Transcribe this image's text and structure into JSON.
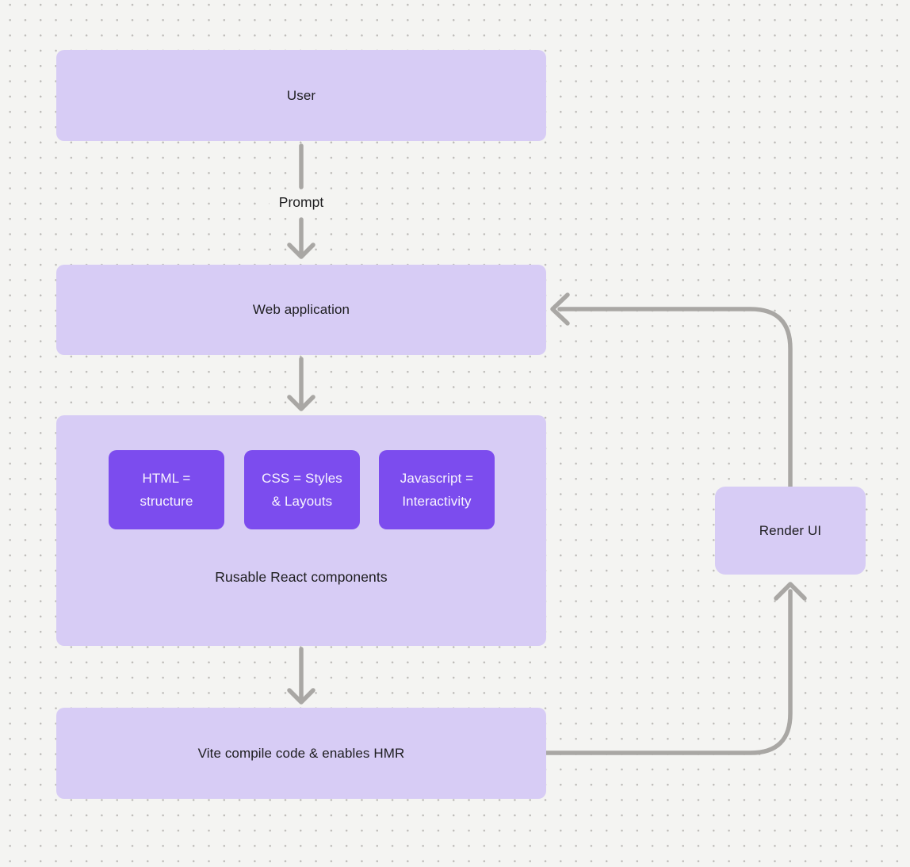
{
  "palette": {
    "canvas_background": "#f4f4f2",
    "grid_dot": "#bcbab7",
    "node_fill": "#d7ccf5",
    "chip_fill": "#7c4cee",
    "chip_text": "#f7f4fe",
    "label_text": "#1d1d1f",
    "connector": "#a9a7a4"
  },
  "nodes": {
    "user": {
      "label": "User"
    },
    "web_application": {
      "label": "Web application"
    },
    "components_group": {
      "label": "Rusable React components",
      "chips": [
        {
          "label": "HTML = structure"
        },
        {
          "label": "CSS = Styles & Layouts"
        },
        {
          "label": "Javascript = Interactivity"
        }
      ]
    },
    "vite": {
      "label": "Vite compile code & enables HMR"
    },
    "render_ui": {
      "label": "Render UI"
    }
  },
  "connectors": {
    "user_to_webapp": {
      "label": "Prompt"
    }
  }
}
